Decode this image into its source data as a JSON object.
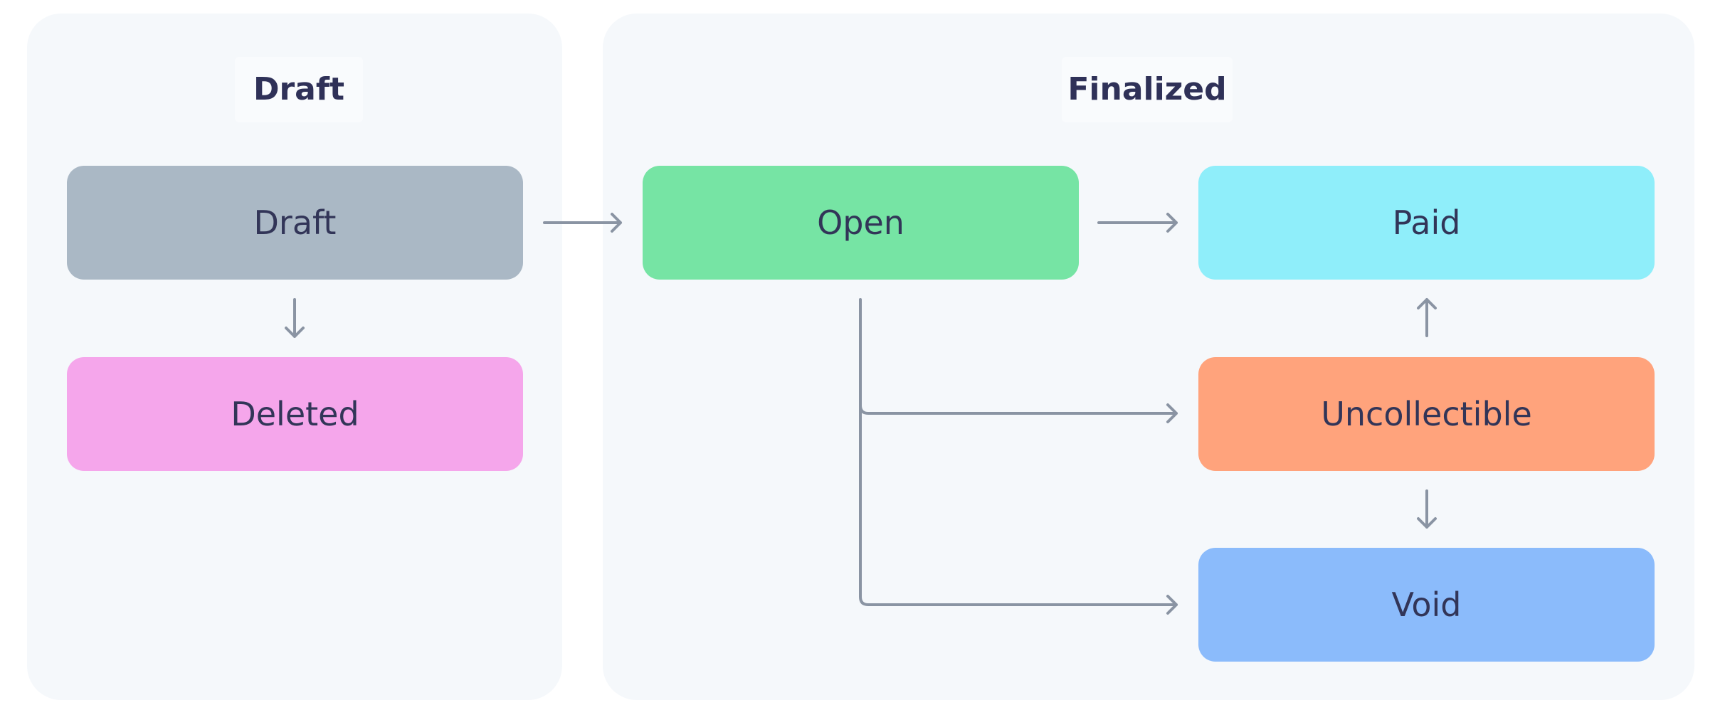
{
  "groups": {
    "draft": {
      "title": "Draft"
    },
    "finalized": {
      "title": "Finalized"
    }
  },
  "nodes": {
    "draft": {
      "label": "Draft",
      "color": "#aab8c5"
    },
    "deleted": {
      "label": "Deleted",
      "color": "#f5a6eb"
    },
    "open": {
      "label": "Open",
      "color": "#76e4a4"
    },
    "paid": {
      "label": "Paid",
      "color": "#8feefa"
    },
    "uncollectible": {
      "label": "Uncollectible",
      "color": "#ffa37c"
    },
    "void": {
      "label": "Void",
      "color": "#8bbbfb"
    }
  },
  "edges": [
    {
      "from": "Draft",
      "to": "Open"
    },
    {
      "from": "Draft",
      "to": "Deleted"
    },
    {
      "from": "Open",
      "to": "Paid"
    },
    {
      "from": "Open",
      "to": "Uncollectible"
    },
    {
      "from": "Open",
      "to": "Void"
    },
    {
      "from": "Uncollectible",
      "to": "Paid"
    },
    {
      "from": "Uncollectible",
      "to": "Void"
    }
  ],
  "colors": {
    "group_background": "#f5f8fb",
    "text": "#323558",
    "edge": "#8a94a3"
  }
}
